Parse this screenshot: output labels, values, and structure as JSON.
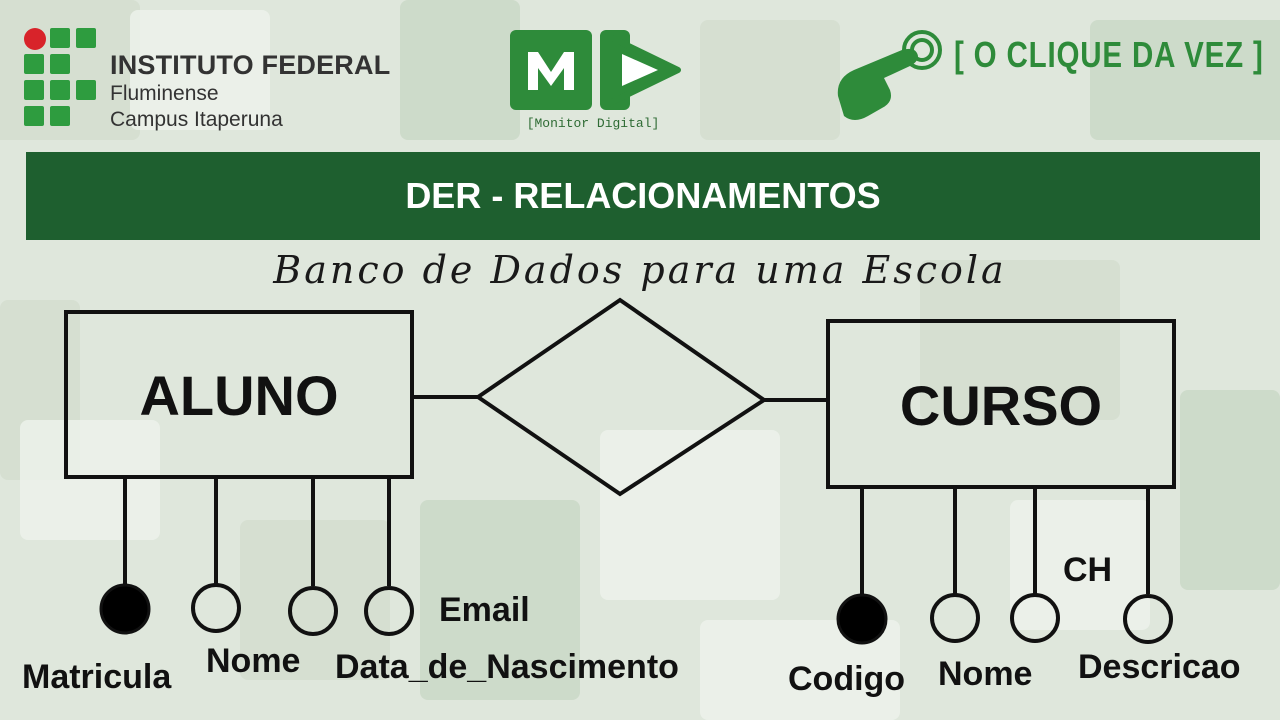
{
  "header": {
    "institute": {
      "title": "INSTITUTO FEDERAL",
      "line1": "Fluminense",
      "line2": "Campus Itaperuna"
    },
    "monitor": {
      "caption": "[Monitor Digital]"
    },
    "clique": {
      "label": "[ O CLIQUE DA VEZ ]"
    }
  },
  "banner": {
    "title": "DER - RELACIONAMENTOS"
  },
  "subtitle": "Banco de Dados para uma Escola",
  "diagram": {
    "entities": [
      {
        "name": "ALUNO"
      },
      {
        "name": "CURSO"
      }
    ],
    "aluno_attributes": [
      {
        "label": "Matricula",
        "key": true
      },
      {
        "label": "Nome",
        "key": false
      },
      {
        "label": "Data_de_Nascimento",
        "key": false
      },
      {
        "label": "Email",
        "key": false
      }
    ],
    "curso_attributes": [
      {
        "label": "Codigo",
        "key": true
      },
      {
        "label": "Nome",
        "key": false
      },
      {
        "label": "Descricao",
        "key": false
      },
      {
        "label": "CH",
        "key": false
      }
    ]
  },
  "colors": {
    "brand_green": "#2e8b3a",
    "banner_green": "#1e5f2f",
    "if_red": "#d8232a"
  }
}
